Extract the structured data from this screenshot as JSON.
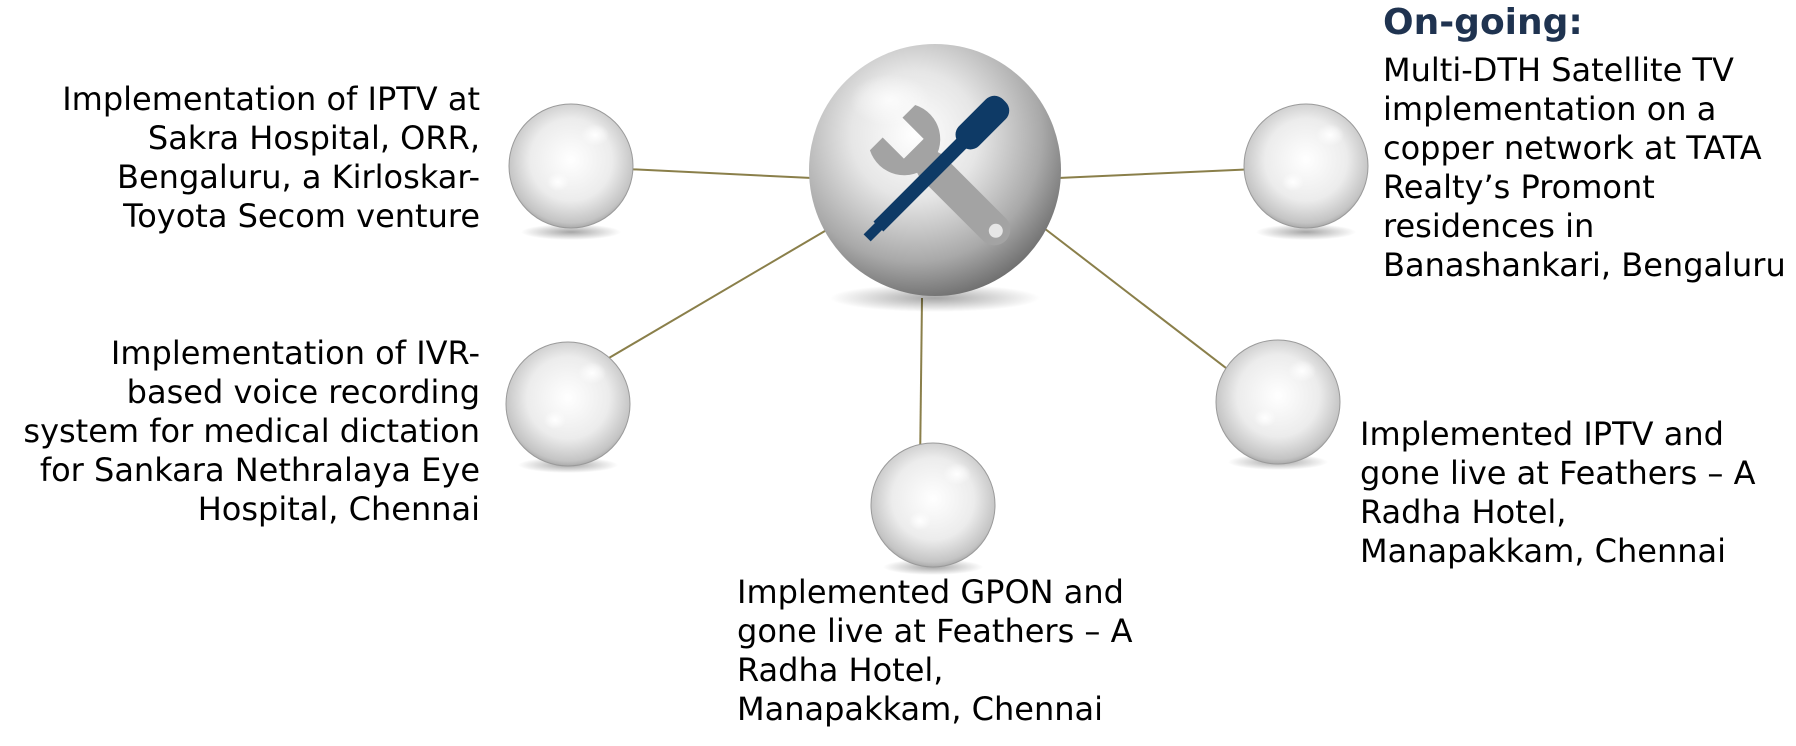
{
  "colors": {
    "connector": "#8a7f4a",
    "heading": "#1f3350",
    "tool_dark": "#0e3a66",
    "tool_grey": "#9a9a9a"
  },
  "hub": {
    "icon": "tools-icon"
  },
  "ongoing_heading": "On-going:",
  "labels": {
    "top_left": [
      "Implementation of IPTV at",
      "Sakra Hospital, ORR,",
      "Bengaluru, a Kirloskar-",
      "Toyota Secom venture"
    ],
    "mid_left": [
      "Implementation of IVR-",
      "based voice recording",
      "system for medical dictation",
      "for Sankara Nethralaya Eye",
      "Hospital, Chennai"
    ],
    "bottom_center": [
      "Implemented GPON and",
      "gone live at Feathers – A",
      "Radha Hotel,",
      "Manapakkam, Chennai"
    ],
    "bottom_right": [
      "Implemented IPTV and",
      "gone live at Feathers – A",
      "Radha Hotel,",
      "Manapakkam, Chennai"
    ],
    "top_right": [
      "Multi-DTH Satellite TV",
      "implementation on a",
      "copper network at TATA",
      "Realty’s Promont",
      "residences in",
      "Banashankari, Bengaluru"
    ]
  }
}
